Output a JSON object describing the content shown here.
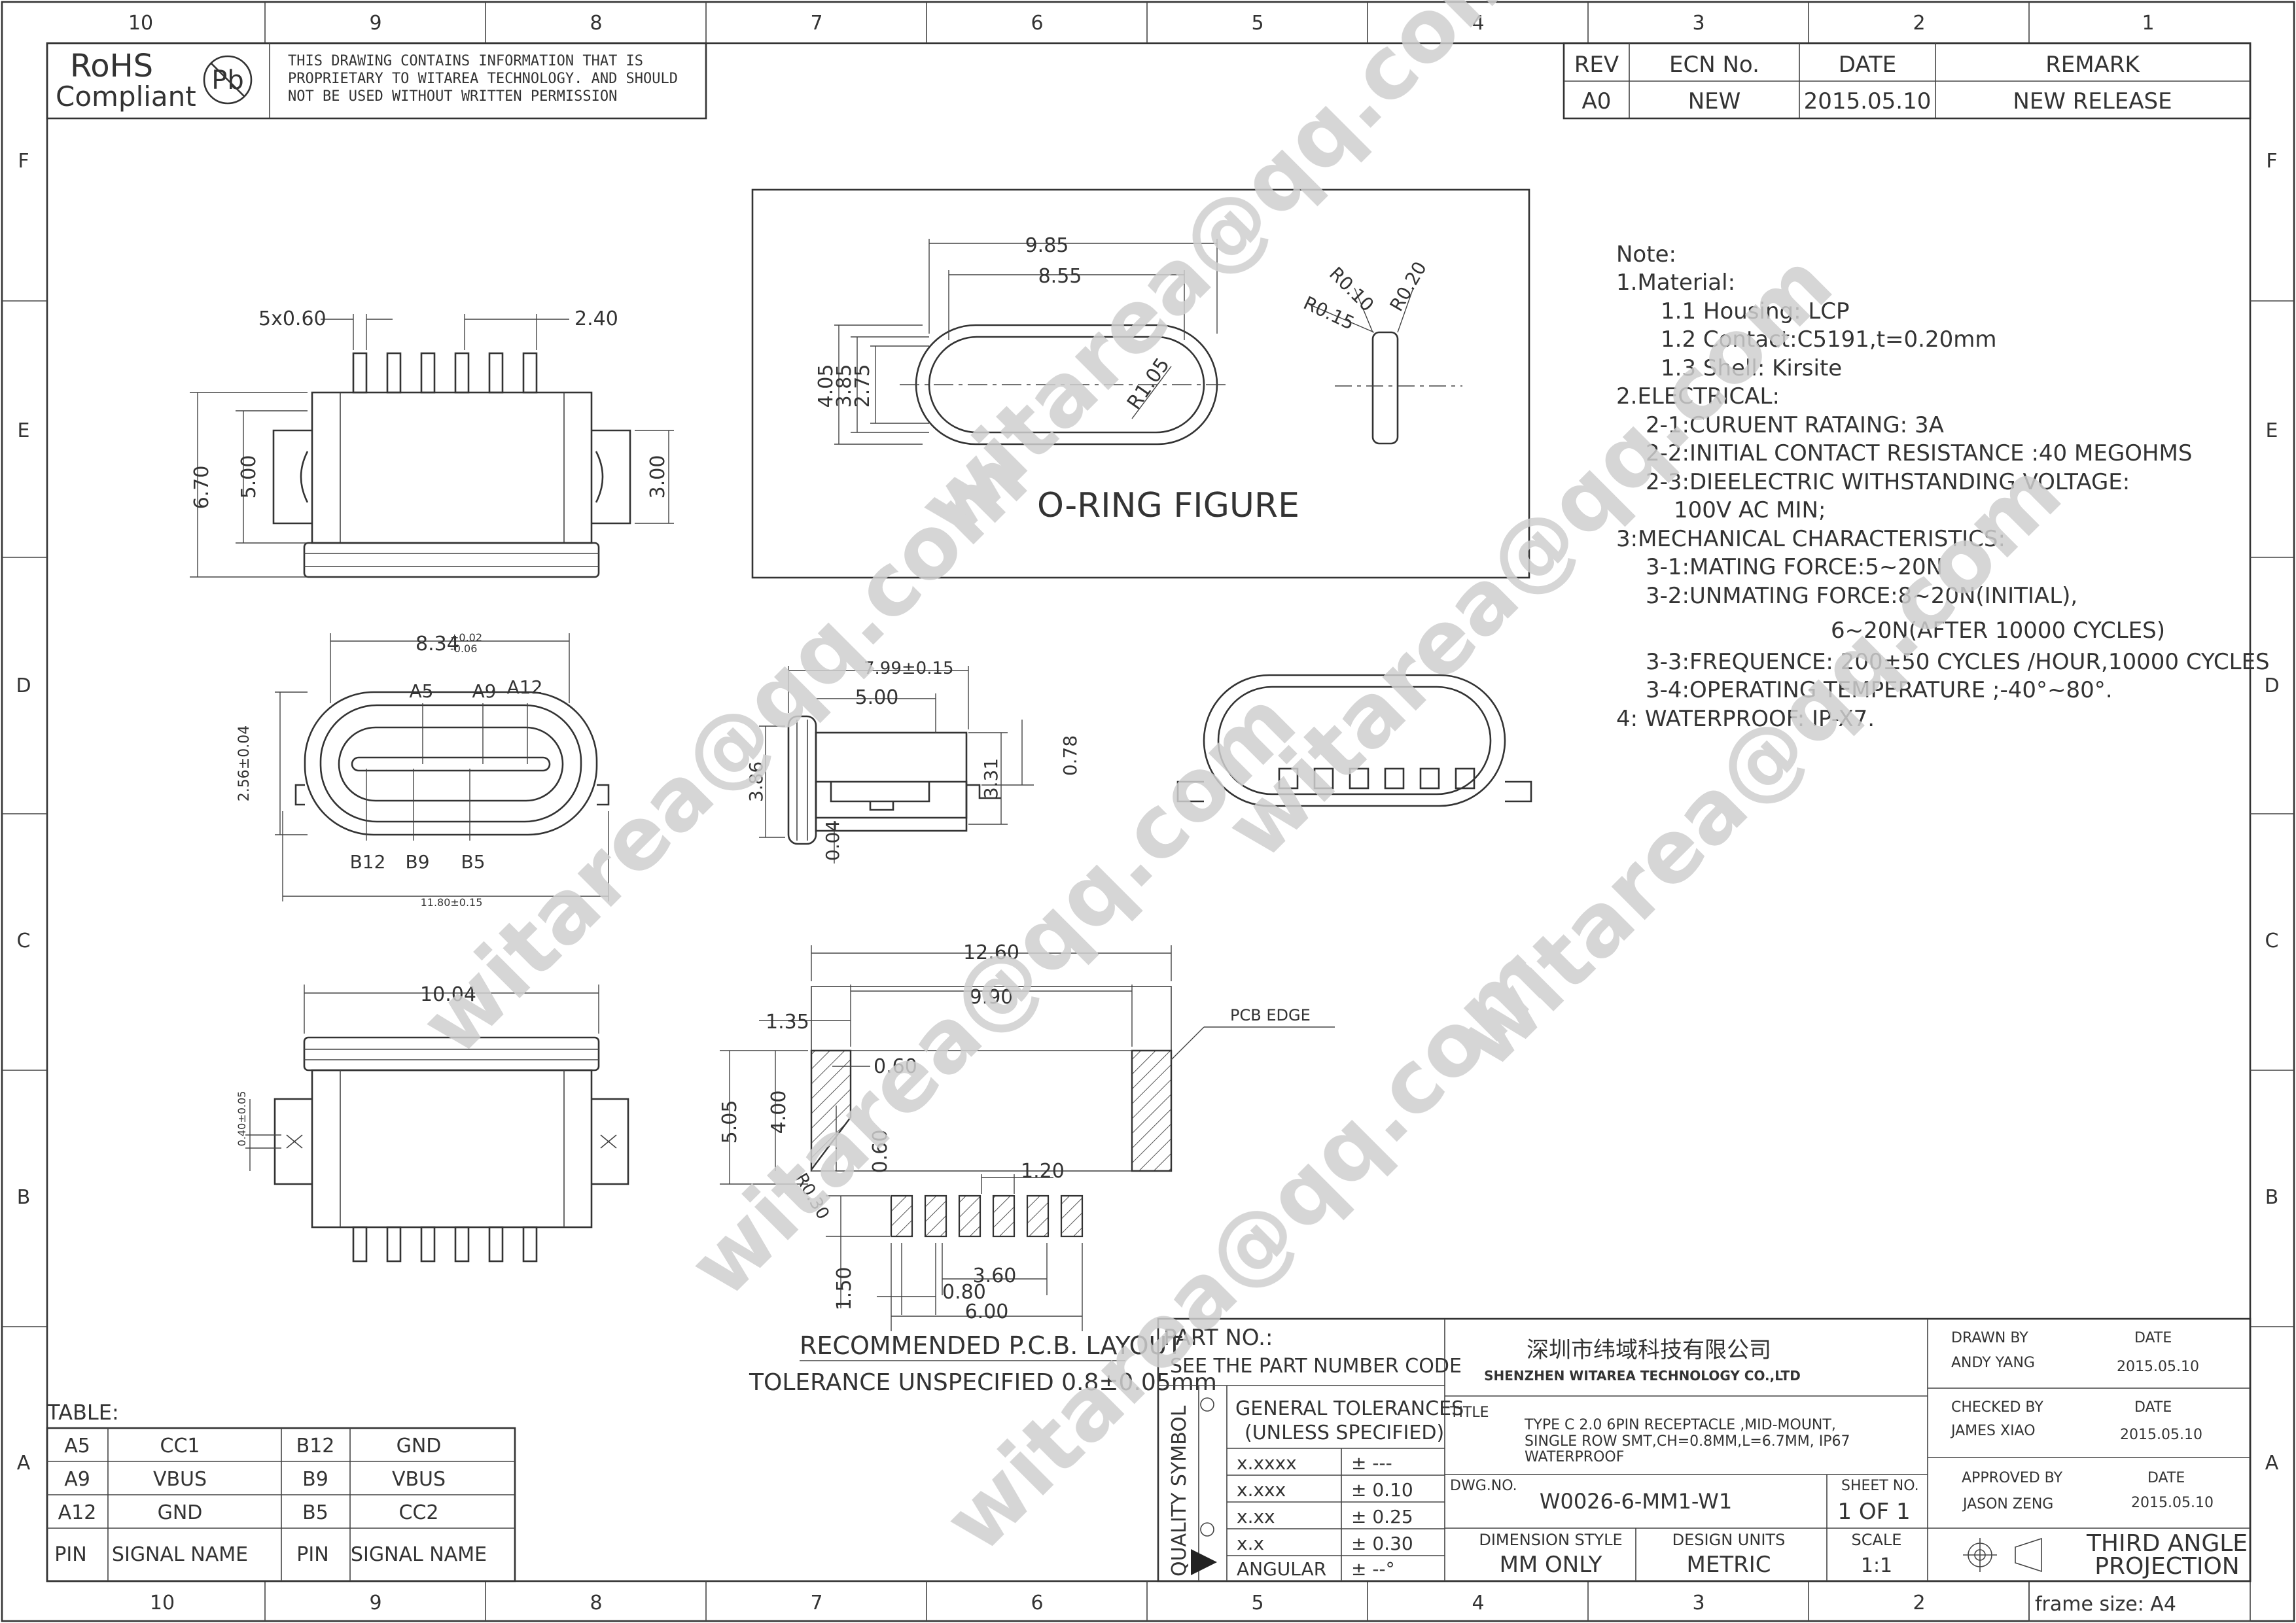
{
  "frame": {
    "top_cols": [
      "10",
      "9",
      "8",
      "7",
      "6",
      "5",
      "4",
      "3",
      "2",
      "1"
    ],
    "bottom_cols": [
      "10",
      "9",
      "8",
      "7",
      "6",
      "5",
      "4",
      "3",
      "2"
    ],
    "rows": [
      "F",
      "E",
      "D",
      "C",
      "B",
      "A"
    ],
    "frame_size": "frame size: A4"
  },
  "header": {
    "rohs_line1": "RoHS",
    "rohs_line2": "Compliant",
    "pb_label": "Pb",
    "prop_notice": [
      "THIS DRAWING CONTAINS INFORMATION THAT IS",
      "PROPRIETARY TO  WITAREA TECHNOLOGY. AND SHOULD",
      "NOT BE USED WITHOUT WRITTEN PERMISSION"
    ]
  },
  "revision": {
    "headers": [
      "REV",
      "ECN No.",
      "DATE",
      "REMARK"
    ],
    "row": [
      "A0",
      "NEW",
      "2015.05.10",
      "NEW RELEASE"
    ]
  },
  "oring": {
    "title": "O-RING FIGURE",
    "dims": [
      "9.85",
      "8.55",
      "4.05",
      "3.85",
      "2.75",
      "R1.05",
      "R0.10",
      "R0.20",
      "R0.15"
    ]
  },
  "notes": [
    "Note:",
    "1.Material:",
    "1.1  Housing: LCP",
    "1.2  Contact:C5191,t=0.20mm",
    "1.3  Shell: Kirsite",
    "2.ELECTRICAL:",
    "2-1:CURUENT RATAING: 3A",
    "2-2:INITIAL CONTACT RESISTANCE :40 MEGOHMS",
    "2-3:DIEELECTRIC WITHSTANDING VOLTAGE:",
    "100V AC MIN;",
    "3:MECHANICAL CHARACTERISTICS:",
    "3-1:MATING FORCE:5~20N",
    "3-2:UNMATING FORCE:8~20N(INITIAL),",
    "6~20N(AFTER 10000 CYCLES)",
    "3-3:FREQUENCE: 200±50 CYCLES /HOUR,10000 CYCLES",
    "3-4:OPERATING TEMPERATURE ;-40°~80°.",
    "4: WATERPROOF: IP-X7."
  ],
  "views": {
    "top": [
      "5x0.60",
      "2.40",
      "6.70",
      "5.00",
      "3.00"
    ],
    "front": [
      "8.34",
      "+0.02",
      "-0.06",
      "A5",
      "A9",
      "A12",
      "B12",
      "B9",
      "B5",
      "2.56±0.04",
      "11.80±0.15"
    ],
    "side": [
      "7.99±0.15",
      "5.00",
      "3.86",
      "3.31",
      "0.78",
      "0.04"
    ],
    "bottom": [
      "10.04",
      "0.40±0.05"
    ],
    "pcb": [
      "12.60",
      "9.90",
      "1.35",
      "0.60",
      "5.05",
      "4.00",
      "0.60",
      "R0.30",
      "1.20",
      "3.60",
      "0.80",
      "6.00",
      "1.50",
      "PCB EDGE"
    ],
    "pcb_caption": "RECOMMENDED   P.C.B.  LAYOUT",
    "tolerance_caption": "TOLERANCE UNSPECIFIED 0.8±0.05mm"
  },
  "pin_table": {
    "label": "TABLE:",
    "rows": [
      [
        "A5",
        "CC1",
        "B12",
        "GND"
      ],
      [
        "A9",
        "VBUS",
        "B9",
        "VBUS"
      ],
      [
        "A12",
        "GND",
        "B5",
        "CC2"
      ]
    ],
    "header": [
      "PIN",
      "SIGNAL NAME",
      "PIN",
      "SIGNAL NAME"
    ]
  },
  "title_block": {
    "part_no_label": "PART NO.:",
    "part_no_value": "SEE THE PART NUMBER CODE",
    "quality_symbol": "QUALITY SYMBOL",
    "gen_tol_title1": "GENERAL TOLERANCES",
    "gen_tol_title2": "(UNLESS SPECIFIED)",
    "tolerances": [
      [
        "x.xxxx",
        "± ---"
      ],
      [
        "x.xxx",
        "± 0.10"
      ],
      [
        "x.xx",
        "± 0.25"
      ],
      [
        "x.x",
        "± 0.30"
      ],
      [
        "ANGULAR",
        "± --°"
      ]
    ],
    "company_cn": "深圳市纬域科技有限公司",
    "company_en": "SHENZHEN WITAREA TECHNOLOGY CO.,LTD",
    "title_label": "TITLE",
    "title_lines": [
      "TYPE C 2.0 6PIN RECEPTACLE ,MID-MOUNT,",
      "SINGLE ROW SMT,CH=0.8MM,L=6.7MM, IP67",
      "WATERPROOF"
    ],
    "dwg_label": "DWG.NO.",
    "dwg_no": "W0026-6-MM1-W1",
    "sheet_label": "SHEET NO.",
    "sheet_value": "1  OF  1",
    "dim_style_label": "DIMENSION STYLE",
    "dim_style_value": "MM ONLY",
    "design_units_label": "DESIGN UNITS",
    "design_units_value": "METRIC",
    "scale_label": "SCALE",
    "scale_value": "1:1",
    "drawn_by_label": "DRAWN BY",
    "drawn_by": "ANDY YANG",
    "checked_by_label": "CHECKED BY",
    "checked_by": "JAMES XIAO",
    "approved_by_label": "APPROVED BY",
    "approved_by": "JASON ZENG",
    "date_label": "DATE",
    "date_value": "2015.05.10",
    "projection1": "THIRD ANGLE",
    "projection2": "PROJECTION"
  },
  "watermark": "witarea@qq.com"
}
